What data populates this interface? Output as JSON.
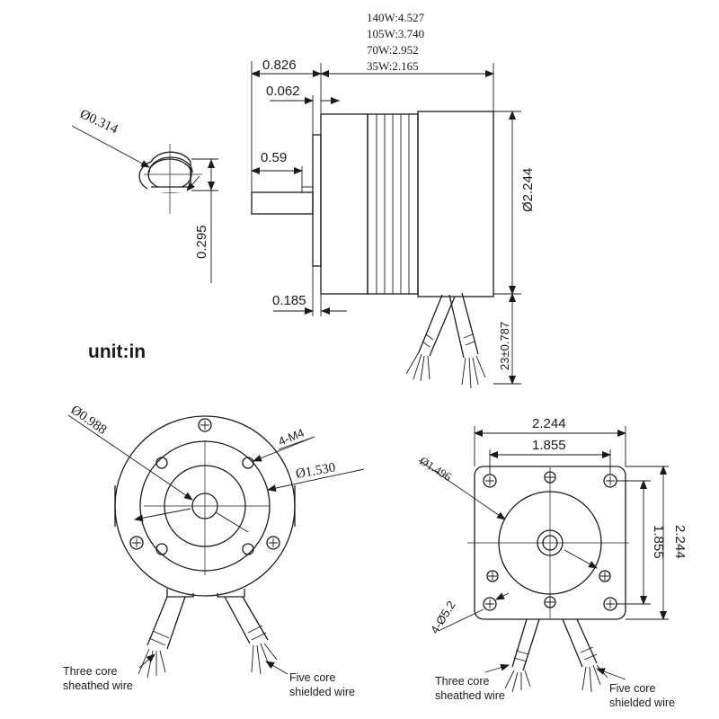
{
  "unit": "unit:in",
  "side_view": {
    "length_by_power": [
      "140W:4.527",
      "105W:3.740",
      "70W:2.952",
      "35W:2.165"
    ],
    "shaft_length": "0.826",
    "flange_step": "0.062",
    "flat_length": "0.59",
    "flange_thickness": "0.185",
    "body_diameter": "Ø2.244",
    "lead_length": "23±0.787"
  },
  "shaft_section": {
    "diameter": "Ø0.314",
    "flat": "0.295"
  },
  "round_front": {
    "outer_diameter": "Ø0.988",
    "hole_spec": "4-M4",
    "bolt_circle": "Ø1.530",
    "wire_left": [
      "Three core",
      "sheathed wire"
    ],
    "wire_right": [
      "Five core",
      "shielded wire"
    ]
  },
  "square_front": {
    "width": "2.244",
    "hole_spacing": "1.855",
    "pilot_diameter": "Ø1.496",
    "height_spacing": "1.855",
    "height": "2.244",
    "mount_holes": "4-Ø5.2",
    "wire_left": [
      "Three core",
      "sheathed wire"
    ],
    "wire_right": [
      "Five core",
      "shielded wire"
    ]
  }
}
